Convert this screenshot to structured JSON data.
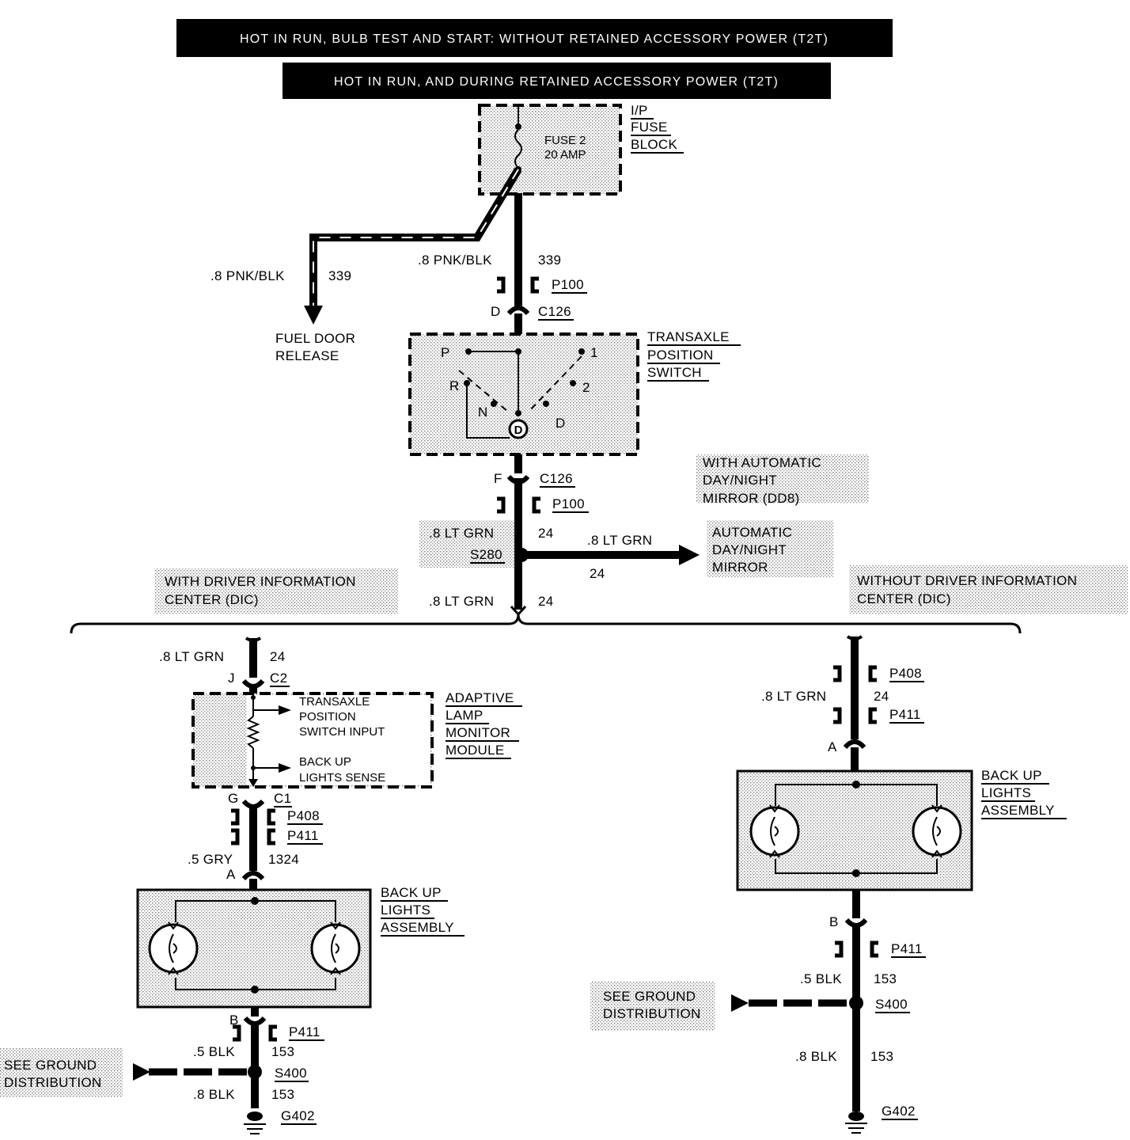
{
  "header": {
    "line1": "HOT IN RUN, BULB TEST AND START: WITHOUT RETAINED ACCESSORY POWER (T2T)",
    "line2": "HOT IN RUN, AND DURING RETAINED ACCESSORY POWER (T2T)"
  },
  "fuse_block": {
    "fuse_name": "FUSE 2",
    "fuse_rating": "20 AMP",
    "title": [
      "I/P",
      "FUSE",
      "BLOCK"
    ]
  },
  "wires": {
    "fuel_gauge": ".8 PNK/BLK",
    "fuel_num": "339",
    "main_gauge": ".8 PNK/BLK",
    "main_num": "339",
    "lt_grn_gauge": ".8 LT GRN",
    "lt_grn_num": "24",
    "gry_gauge": ".5 GRY",
    "gry_num": "1324",
    "blk5_gauge": ".5 BLK",
    "blk8_gauge": ".8 BLK",
    "blk_num": "153"
  },
  "connectors": {
    "p100": "P100",
    "c126": "C126",
    "c2": "C2",
    "c1": "C1",
    "p408": "P408",
    "p411": "P411",
    "s280": "S280",
    "s400": "S400",
    "g402": "G402"
  },
  "pins": {
    "d": "D",
    "f": "F",
    "j": "J",
    "g": "G",
    "a": "A",
    "b": "B"
  },
  "fuel_door": [
    "FUEL DOOR",
    "RELEASE"
  ],
  "transaxle_switch": {
    "title": [
      "TRANSAXLE",
      "POSITION",
      "SWITCH"
    ],
    "positions": {
      "p": "P",
      "r": "R",
      "n": "N",
      "d": "D",
      "one": "1",
      "two": "2",
      "d_circle": "D"
    }
  },
  "ddb_option": [
    "WITH AUTOMATIC",
    "DAY/NIGHT",
    "MIRROR (DD8)"
  ],
  "mirror": [
    "AUTOMATIC",
    "DAY/NIGHT",
    "MIRROR"
  ],
  "with_dic": [
    "WITH DRIVER INFORMATION",
    "CENTER (DIC)"
  ],
  "without_dic": [
    "WITHOUT DRIVER INFORMATION",
    "CENTER (DIC)"
  ],
  "almm": {
    "title": [
      "ADAPTIVE",
      "LAMP",
      "MONITOR",
      "MODULE"
    ],
    "input": [
      "TRANSAXLE",
      "POSITION",
      "SWITCH INPUT"
    ],
    "sense": [
      "BACK UP",
      "LIGHTS SENSE"
    ]
  },
  "backup_assembly": [
    "BACK UP",
    "LIGHTS",
    "ASSEMBLY"
  ],
  "ground_dist": [
    "SEE GROUND",
    "DISTRIBUTION"
  ]
}
